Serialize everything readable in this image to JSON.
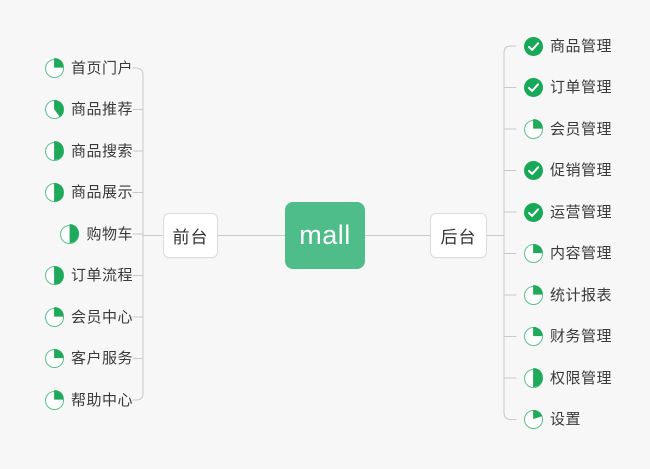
{
  "diagram": {
    "type": "mind-map",
    "title": "mall",
    "background_color": "#f7f7f7",
    "accent_color": "#4ebd8a",
    "done_color": "#17a858",
    "ring_color": "#5cc08c",
    "line_color": "#c9c9c9",
    "text_color": "#3a3a3a"
  },
  "root": {
    "label": "mall"
  },
  "branches": [
    {
      "id": "frontend",
      "label": "前台",
      "side": "left",
      "items": [
        {
          "label": "首页门户",
          "icon": "pie-icon",
          "status": "in-progress",
          "progress": 25
        },
        {
          "label": "商品推荐",
          "icon": "pie-icon",
          "status": "in-progress",
          "progress": 40
        },
        {
          "label": "商品搜索",
          "icon": "pie-icon",
          "status": "in-progress",
          "progress": 50
        },
        {
          "label": "商品展示",
          "icon": "pie-icon",
          "status": "in-progress",
          "progress": 50
        },
        {
          "label": "购物车",
          "icon": "pie-icon",
          "status": "in-progress",
          "progress": 50
        },
        {
          "label": "订单流程",
          "icon": "pie-icon",
          "status": "in-progress",
          "progress": 50
        },
        {
          "label": "会员中心",
          "icon": "pie-icon",
          "status": "in-progress",
          "progress": 25
        },
        {
          "label": "客户服务",
          "icon": "pie-icon",
          "status": "in-progress",
          "progress": 25
        },
        {
          "label": "帮助中心",
          "icon": "pie-icon",
          "status": "in-progress",
          "progress": 25
        }
      ]
    },
    {
      "id": "backend",
      "label": "后台",
      "side": "right",
      "items": [
        {
          "label": "商品管理",
          "icon": "check-circle-icon",
          "status": "done",
          "progress": 100
        },
        {
          "label": "订单管理",
          "icon": "check-circle-icon",
          "status": "done",
          "progress": 100
        },
        {
          "label": "会员管理",
          "icon": "pie-icon",
          "status": "in-progress",
          "progress": 25
        },
        {
          "label": "促销管理",
          "icon": "check-circle-icon",
          "status": "done",
          "progress": 100
        },
        {
          "label": "运营管理",
          "icon": "check-circle-icon",
          "status": "done",
          "progress": 100
        },
        {
          "label": "内容管理",
          "icon": "pie-icon",
          "status": "in-progress",
          "progress": 25
        },
        {
          "label": "统计报表",
          "icon": "pie-icon",
          "status": "in-progress",
          "progress": 25
        },
        {
          "label": "财务管理",
          "icon": "pie-icon",
          "status": "in-progress",
          "progress": 25
        },
        {
          "label": "权限管理",
          "icon": "pie-icon",
          "status": "in-progress",
          "progress": 50
        },
        {
          "label": "设置",
          "icon": "pie-icon",
          "status": "in-progress",
          "progress": 20
        }
      ]
    }
  ]
}
